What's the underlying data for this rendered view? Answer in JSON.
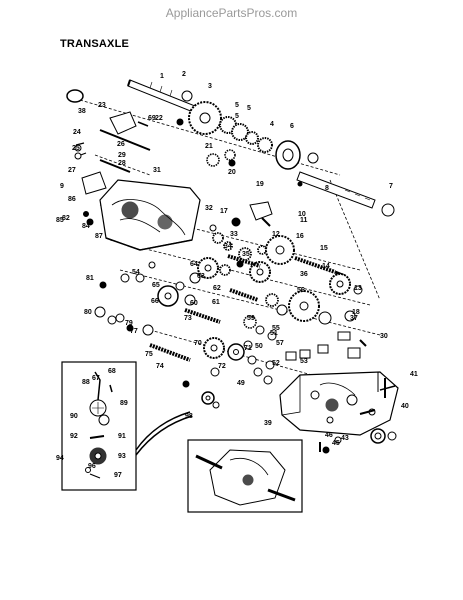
{
  "watermark": "AppliancePartsPros.com",
  "title": "TRANSAXLE",
  "part_numbers": [
    "1",
    "2",
    "3",
    "4",
    "5",
    "5",
    "5",
    "6",
    "7",
    "8",
    "9",
    "10",
    "11",
    "12",
    "13",
    "14",
    "15",
    "16",
    "17",
    "18",
    "19",
    "20",
    "21",
    "22",
    "23",
    "24",
    "25",
    "26",
    "27",
    "28",
    "29",
    "30",
    "31",
    "32",
    "33",
    "34",
    "35",
    "36",
    "37",
    "38",
    "39",
    "40",
    "41",
    "43",
    "45",
    "46",
    "49",
    "50",
    "51",
    "52",
    "53",
    "54",
    "55",
    "56",
    "57",
    "59",
    "60",
    "61",
    "62",
    "63",
    "64",
    "65",
    "66",
    "67",
    "68",
    "69",
    "70",
    "71",
    "72",
    "73",
    "74",
    "75",
    "77",
    "79",
    "80",
    "81",
    "82",
    "84",
    "85",
    "86",
    "87",
    "88",
    "89",
    "90",
    "91",
    "92",
    "93",
    "94",
    "96",
    "97",
    "98"
  ]
}
